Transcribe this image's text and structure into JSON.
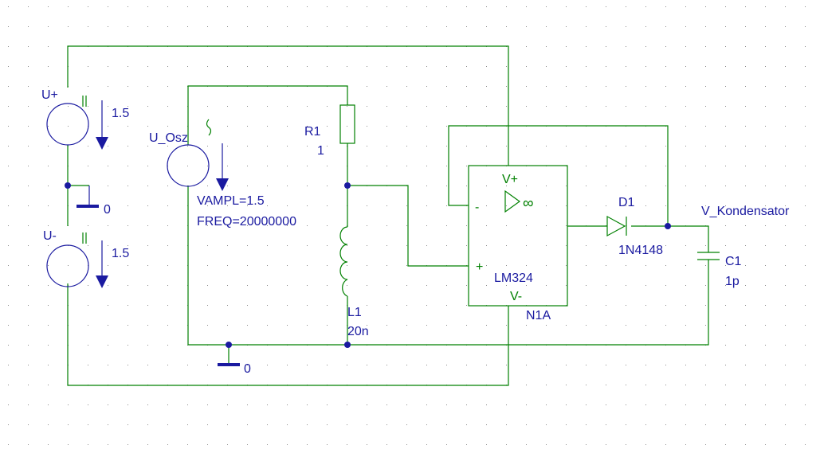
{
  "schematic": {
    "sources": {
      "u_plus": {
        "name": "U+",
        "value": "1.5"
      },
      "u_minus": {
        "name": "U-",
        "value": "1.5"
      },
      "u_osz": {
        "name": "U_Osz",
        "vampl": "VAMPL=1.5",
        "freq": "FREQ=20000000"
      }
    },
    "grounds": {
      "left": "0",
      "bottom": "0"
    },
    "resistor": {
      "name": "R1",
      "value": "1"
    },
    "inductor": {
      "name": "L1",
      "value": "20n"
    },
    "opamp": {
      "model": "LM324",
      "ref": "N1A",
      "vplus": "V+",
      "vminus": "V-",
      "in_minus": "-",
      "in_plus": "+",
      "symbol": "▷∞"
    },
    "diode": {
      "name": "D1",
      "model": "1N4148"
    },
    "capacitor": {
      "name": "C1",
      "value": "1p"
    },
    "net_label": "V_Kondensator"
  },
  "colors": {
    "wire": "#008000",
    "component": "#1a1aa0",
    "grid_dot": "#8a8a8a"
  }
}
